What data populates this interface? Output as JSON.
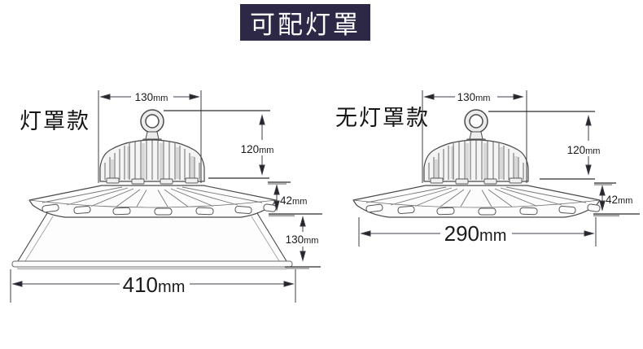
{
  "banner": {
    "title": "可配灯罩"
  },
  "left_lamp": {
    "label": "灯罩款",
    "dims": {
      "top_width": {
        "value": "130",
        "unit": "mm"
      },
      "body_height": {
        "value": "120",
        "unit": "mm"
      },
      "rim_height": {
        "value": "42",
        "unit": "mm"
      },
      "shade_height": {
        "value": "130",
        "unit": "mm"
      },
      "shade_width": {
        "value": "410",
        "unit": "mm"
      }
    }
  },
  "right_lamp": {
    "label": "无灯罩款",
    "dims": {
      "top_width": {
        "value": "130",
        "unit": "mm"
      },
      "body_height": {
        "value": "120",
        "unit": "mm"
      },
      "rim_height": {
        "value": "42",
        "unit": "mm"
      },
      "diameter": {
        "value": "290",
        "unit": "mm"
      }
    }
  },
  "colors": {
    "banner_bg": "#2e2847",
    "banner_text": "#ffffff",
    "line_art": "#4a4a4a",
    "dimension_text": "#1b1b1b",
    "background": "#ffffff"
  }
}
